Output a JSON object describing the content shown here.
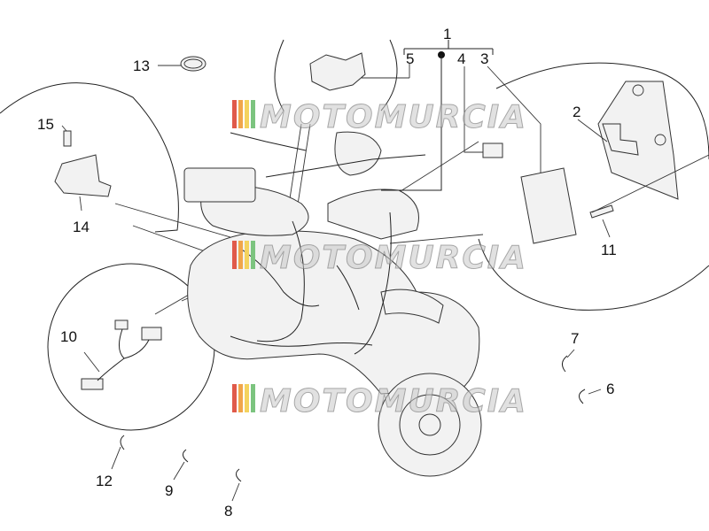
{
  "diagram": {
    "callouts": [
      "1",
      "2",
      "3",
      "4",
      "5",
      "6",
      "7",
      "8",
      "9",
      "10",
      "11",
      "12",
      "13",
      "14",
      "15"
    ]
  },
  "watermark": {
    "text": "MOTOMURCIA",
    "stripe_colors": [
      "#e05a4a",
      "#f0a64a",
      "#f4d35e",
      "#7cc47f",
      "#4aa3d8"
    ]
  }
}
